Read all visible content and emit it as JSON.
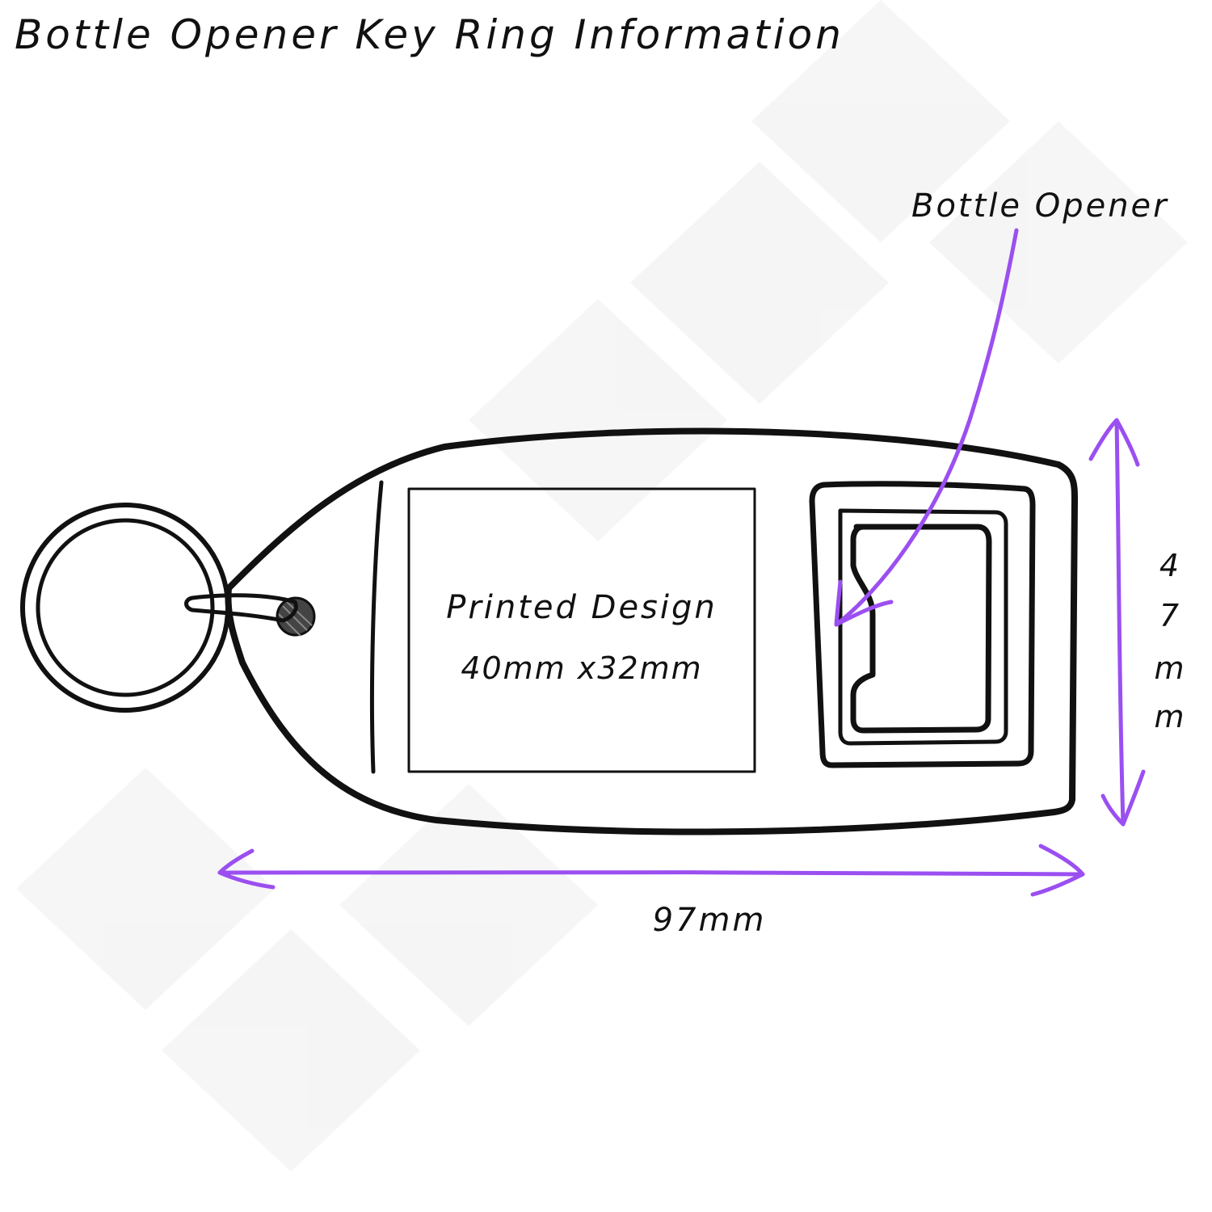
{
  "title": "Bottle Opener Key Ring Information",
  "labels": {
    "bottle_opener": "Bottle Opener",
    "printed_design": "Printed Design",
    "printed_design_size": "40mm x32mm",
    "width_dimension": "97mm",
    "height_dimension": [
      "4",
      "7",
      "m",
      "m"
    ]
  },
  "colors": {
    "ink": "#111111",
    "dimension_arrows": "#9b4ff0",
    "background": "#ffffff"
  }
}
